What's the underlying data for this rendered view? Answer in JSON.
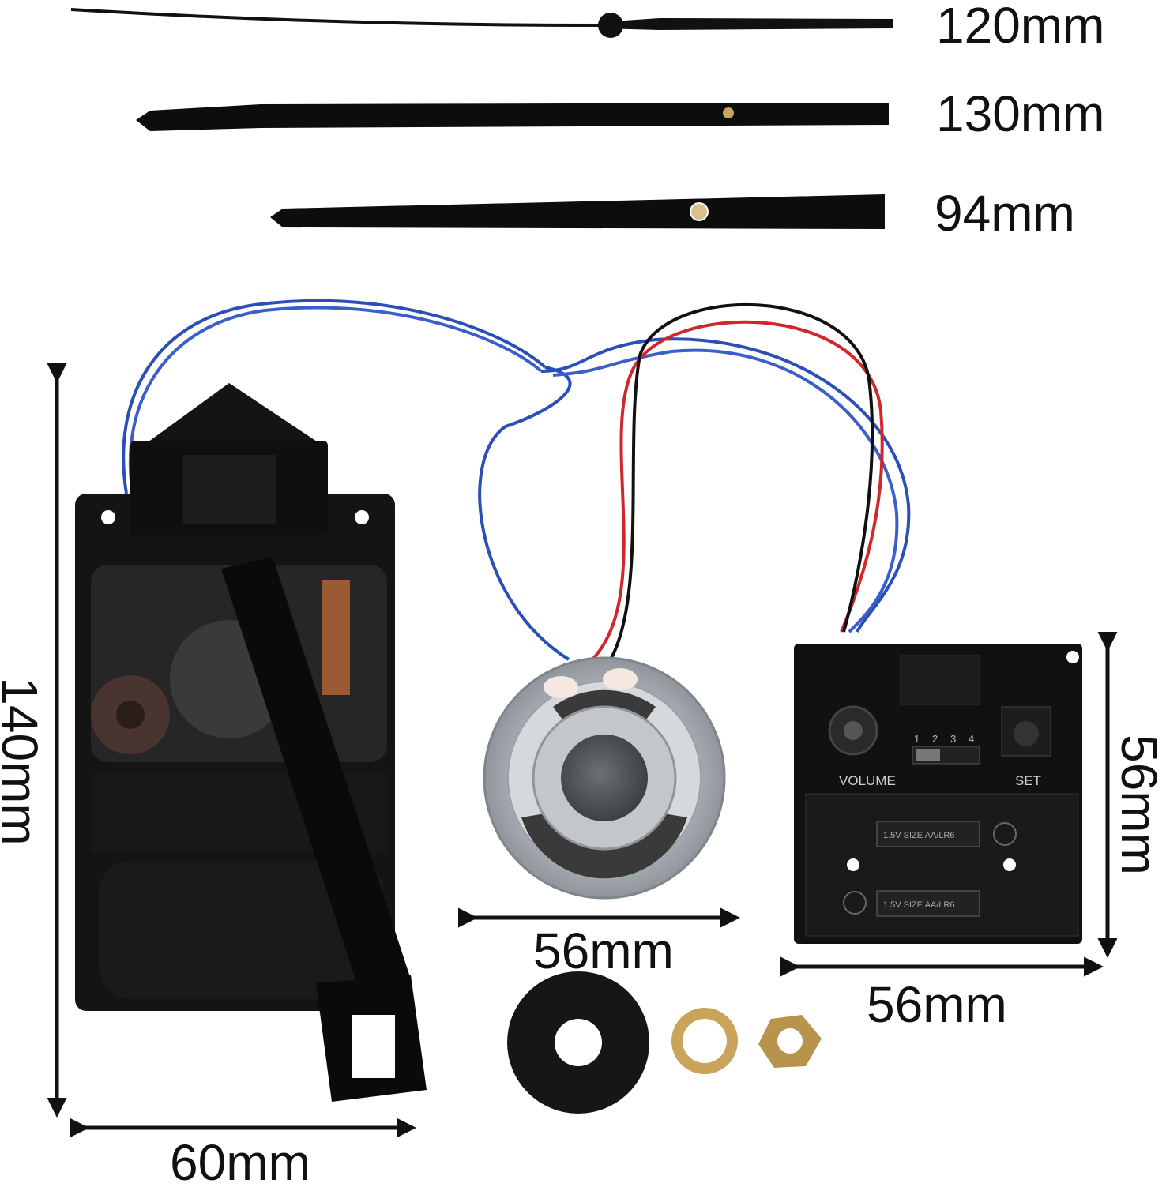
{
  "labels": {
    "second_hand": "120mm",
    "minute_hand": "130mm",
    "hour_hand": "94mm",
    "movement_height": "140mm",
    "movement_width": "60mm",
    "speaker_width": "56mm",
    "chime_box_height": "56mm",
    "chime_box_width": "56mm"
  },
  "chime_box": {
    "volume_label": "VOLUME",
    "set_label": "SET",
    "switch_positions": [
      "1",
      "2",
      "3",
      "4"
    ],
    "battery_1": "1.5V SIZE AA/LR6",
    "battery_2": "1.5V SIZE AA/LR6"
  },
  "colors": {
    "plastic": "#111111",
    "metal": "#c8ccd0",
    "wire_blue": "#2b4fb8",
    "wire_red": "#d0282a",
    "wire_black": "#111111",
    "brass": "#c9a45a"
  }
}
